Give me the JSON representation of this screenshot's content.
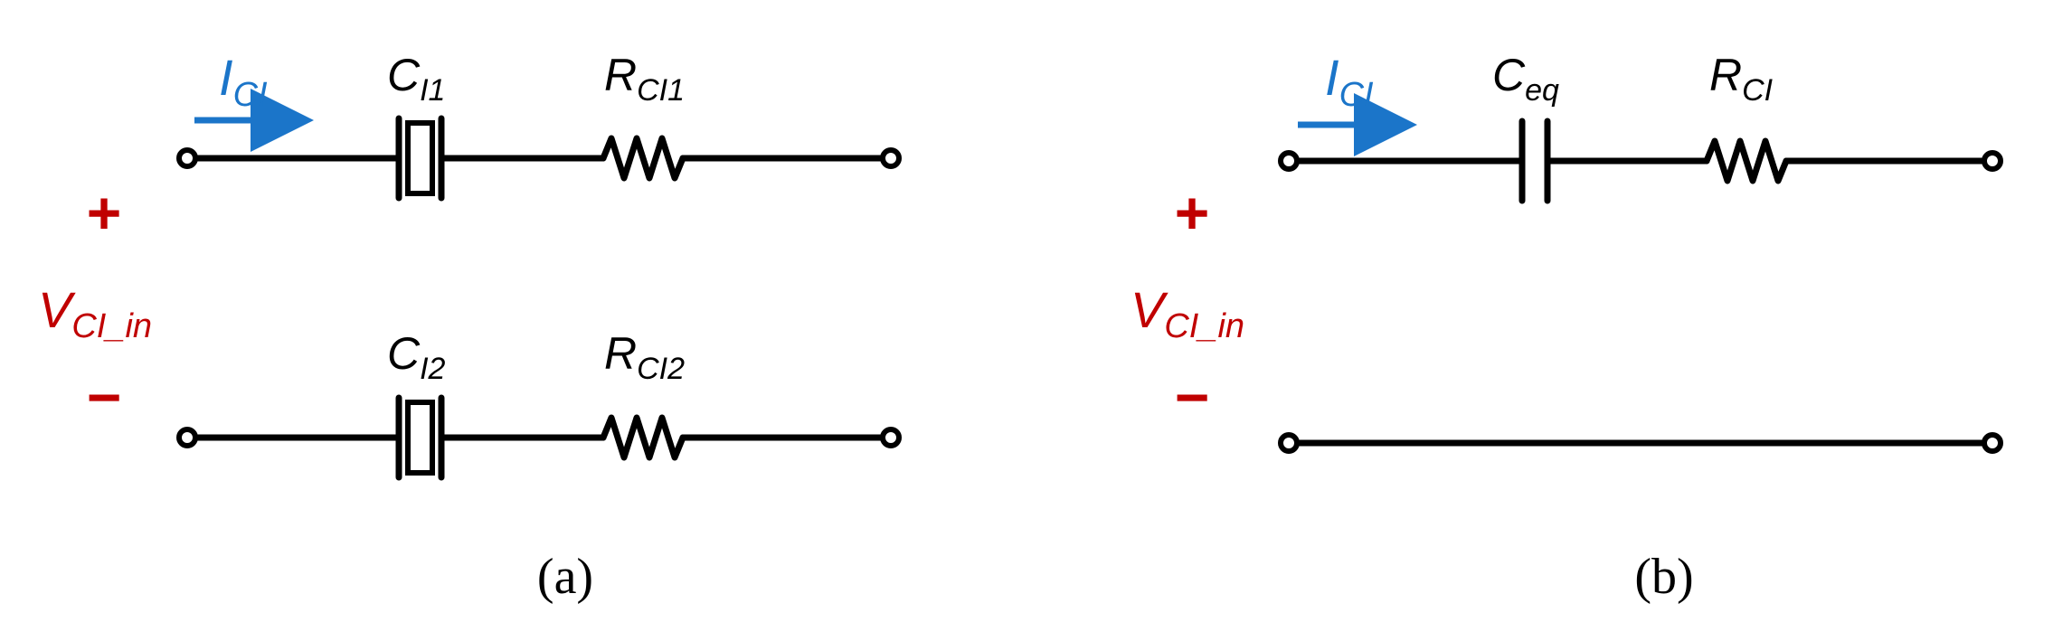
{
  "colors": {
    "current": "#1B75C9",
    "voltage": "#C00000",
    "wire": "#000000"
  },
  "panel_a": {
    "current_label": {
      "main": "I",
      "sub": "CI"
    },
    "cap1_label": {
      "main": "C",
      "sub": "I1"
    },
    "res1_label": {
      "main": "R",
      "sub": "CI1"
    },
    "cap2_label": {
      "main": "C",
      "sub": "I2"
    },
    "res2_label": {
      "main": "R",
      "sub": "CI2"
    },
    "plus": "+",
    "minus": "−",
    "voltage_label": {
      "main": "V",
      "sub": "CI_in"
    },
    "caption": "(a)"
  },
  "panel_b": {
    "current_label": {
      "main": "I",
      "sub": "CI"
    },
    "cap_label": {
      "main": "C",
      "sub": "eq"
    },
    "res_label": {
      "main": "R",
      "sub": "CI"
    },
    "plus": "+",
    "minus": "−",
    "voltage_label": {
      "main": "V",
      "sub": "CI_in"
    },
    "caption": "(b)"
  }
}
